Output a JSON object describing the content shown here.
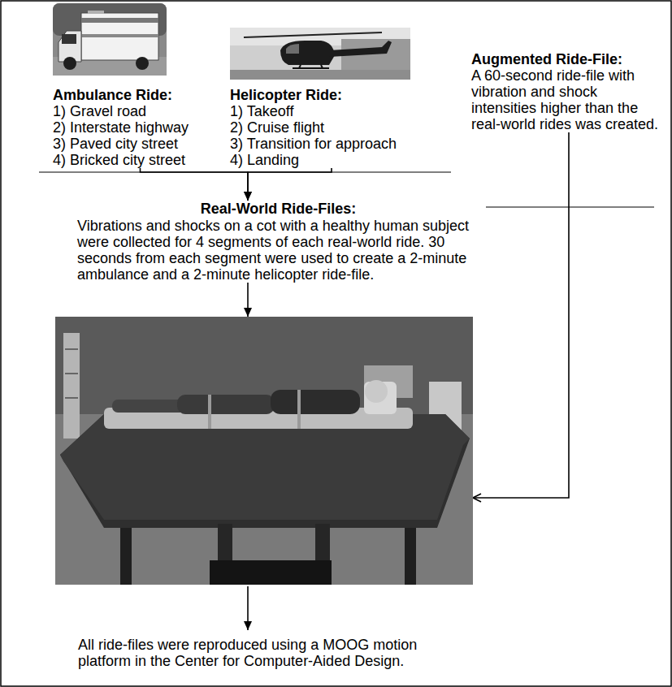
{
  "diagram": {
    "nodes": [
      {
        "text": [
          "Ambulance Ride:",
          "1) Gravel road",
          "2) Interstate highway",
          "3) Paved city street",
          "4) Bricked city street"
        ]
      },
      {
        "text": [
          "Helicopter Ride:",
          "1) Takeoff",
          "2) Cruise flight",
          "3) Transition for approach",
          "4) Landing"
        ]
      },
      {
        "text": [
          "Augmented Ride-File:",
          "A 60-second ride-file with vibration and shock intensities higher than the real-world rides was created."
        ]
      },
      {
        "text": [
          "Real-World Ride-Files:",
          "Vibrations and shocks on a cot with a healthy human subject were collected for 4 segments of each real-world ride. 30 seconds from each segment were used to create a 2-minute ambulance and a 2-minute helicopter ride-file."
        ]
      },
      {
        "text": [
          "All ride-files were reproduced using a MOOG motion platform in the Center for Computer-Aided Design."
        ]
      }
    ],
    "edges": [
      {
        "from": 0,
        "to": 3,
        "arrow": "to"
      },
      {
        "from": 1,
        "to": 3,
        "arrow": "to"
      },
      {
        "from": 3,
        "to": 4,
        "arrow": "to"
      },
      {
        "from": 2,
        "to": 4,
        "arrow": "to"
      }
    ]
  }
}
